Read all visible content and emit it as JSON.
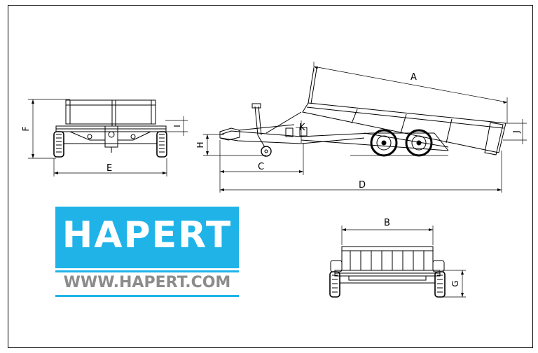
{
  "logo": {
    "brand": "HAPERT",
    "url": "WWW.HAPERT.COM",
    "brand_color": "#1fb3e8",
    "url_color": "#8c8c8c"
  },
  "dimensions": {
    "A": "A",
    "B": "B",
    "C": "C",
    "D": "D",
    "E": "E",
    "F": "F",
    "G": "G",
    "H": "H",
    "I": "I",
    "J": "J",
    "K": "K"
  }
}
